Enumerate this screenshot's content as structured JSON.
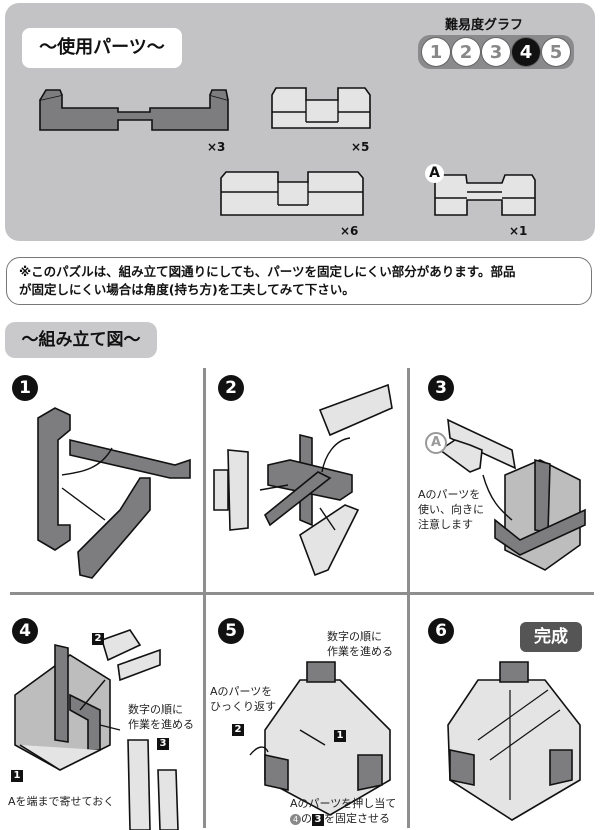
{
  "parts": {
    "title": "〜使用パーツ〜",
    "difficulty": {
      "label": "難易度グラフ",
      "levels": [
        "1",
        "2",
        "3",
        "4",
        "5"
      ],
      "current": 4
    },
    "items": [
      {
        "name": "long-dark",
        "count": "×3"
      },
      {
        "name": "short-notch",
        "count": "×5"
      },
      {
        "name": "long-notch",
        "count": "×6"
      },
      {
        "name": "piece-a",
        "label": "A",
        "count": "×1"
      }
    ]
  },
  "note": {
    "line1": "※このパズルは、組み立て図通りにしても、パーツを固定しにくい部分があります。部品",
    "line2": "が固定しにくい場合は角度(持ち方)を工夫してみて下さい。"
  },
  "assembly": {
    "title": "〜組み立て図〜",
    "steps": [
      {
        "num": "1"
      },
      {
        "num": "2"
      },
      {
        "num": "3",
        "marker": "A",
        "caption": [
          "Aのパーツを",
          "使い、向きに",
          "注意します"
        ]
      },
      {
        "num": "4",
        "tag1": "1",
        "tag2": "2",
        "tag3": "3",
        "caption_order": [
          "数字の順に",
          "作業を進める"
        ],
        "caption_end": "Aを端まで寄せておく"
      },
      {
        "num": "5",
        "caption_order": [
          "数字の順に",
          "作業を進める"
        ],
        "caption_flip": [
          "Aのパーツを",
          "ひっくり返す"
        ],
        "tag1": "1",
        "tag2": "2",
        "caption_push1": "Aのパーツを押し当て",
        "caption_push2_circle": "4",
        "caption_push2_mid": "の",
        "caption_push2_sq": "3",
        "caption_push2_end": "を固定させる"
      },
      {
        "num": "6",
        "done": "完成"
      }
    ]
  },
  "colors": {
    "panel": "#c3c3c5",
    "dark_piece": "#7d7d7f",
    "light_piece": "#e4e4e4",
    "divider": "#8e8e8e"
  }
}
